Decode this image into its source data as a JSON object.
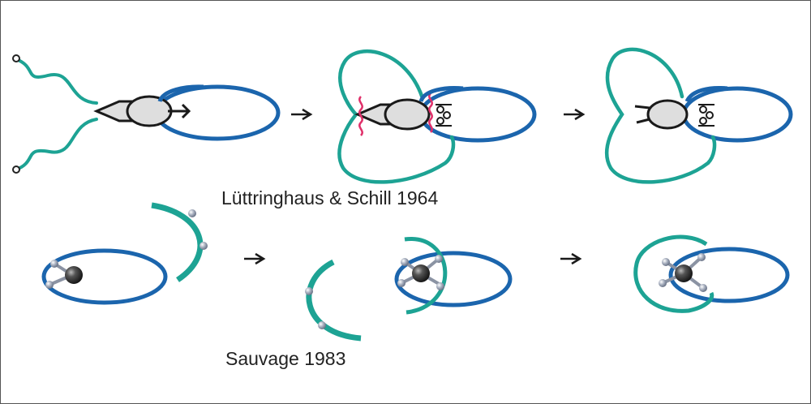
{
  "captions": {
    "top_scheme": "Lüttringhaus & Schill 1964",
    "bottom_scheme": "Sauvage 1983"
  },
  "colors": {
    "macrocycle_ring": "#1b65ad",
    "threaded_strand": "#1da394",
    "cleavage_mark": "#e0306a",
    "template_core": "#dedede",
    "metal_ion": "#2a2a2a",
    "ligand_atom": "#9aa3b3",
    "arrow": "#1a1a1a"
  },
  "schemes": [
    {
      "name": "Lüttringhaus & Schill 1964",
      "steps": 3
    },
    {
      "name": "Sauvage 1983",
      "steps": 3
    }
  ]
}
